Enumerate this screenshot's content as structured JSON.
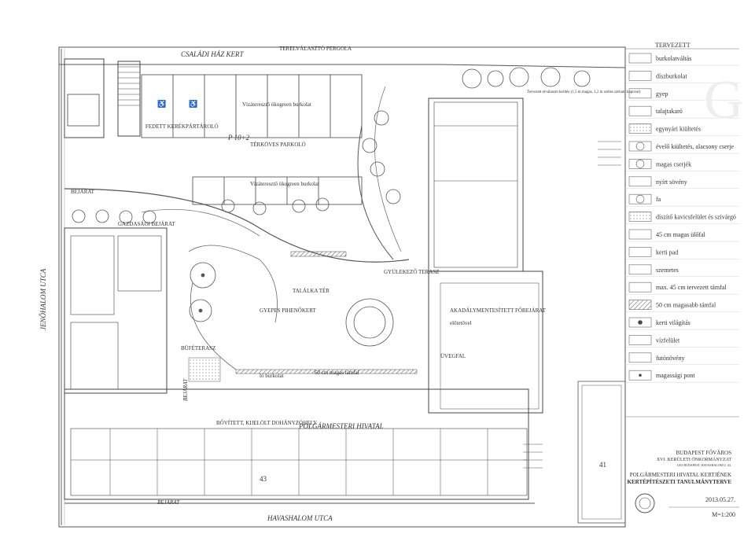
{
  "plan": {
    "streets": {
      "top": "CSALÁDI HÁZ KERT",
      "left": "JENŐHALOM UTCA",
      "bottom": "HAVASHALOM UTCA"
    },
    "labels": {
      "pergola": "TERELVÁLASZTÓ PERGOLA",
      "covered_bike": "FEDETT KERÉKPÁRTÁROLÓ",
      "parking_count": "P 10+2",
      "parking": "TÉRKÖVES PARKOLÓ",
      "eco_paving_1": "Vízáteresztő ökogreen burkolat",
      "eco_paving_2": "Vízáteresztő ökogreen burkolat",
      "entrance_left": "BEJÁRAT",
      "service_entrance": "GAZDASÁGI BEJÁRAT",
      "gathering": "GYÜLEKEZŐ TERASZ",
      "meeting_square": "TALÁLKA TÉR",
      "lawn": "GYEPES PIHENŐKERT",
      "accessible_entrance": "AKADÁLYMENTESÍTETT FŐBEJÁRAT",
      "canopy": "előtetővel",
      "glass_hall": "ÜVEGFAL",
      "buffet": "BÜFÉTERASZ",
      "entrance_side": "BEJÁRAT",
      "extension": "BŐVÍTETT, KIJELÖLT DOHÁNYZÓHELY",
      "mayor_office": "POLGÁRMESTERI HIVATAL",
      "entrance_bottom": "BEJÁRAT",
      "house_no": "43",
      "neighbor_no": "41",
      "hard_paving": "ló burkolat",
      "wall_note": "60 cm magas támfal",
      "planned_fence": "Tervezett elválasztó kerítés (1,5 m magas, 1,2 m széles zárható kapuval)"
    }
  },
  "legend": {
    "title": "TERVEZETT",
    "items": [
      {
        "label": "burkolatváltás",
        "icon": "line-icon"
      },
      {
        "label": "díszburkolat",
        "icon": "box-icon"
      },
      {
        "label": "gyep",
        "icon": "box-icon"
      },
      {
        "label": "talajtakaró",
        "icon": "box-icon"
      },
      {
        "label": "egynyári kiültetés",
        "icon": "dots-icon"
      },
      {
        "label": "évelő kiültetés, alacsony cserje",
        "icon": "shrub-icon"
      },
      {
        "label": "magas cserjék",
        "icon": "shrub-icon"
      },
      {
        "label": "nyírt sövény",
        "icon": "box-icon"
      },
      {
        "label": "fa",
        "icon": "tree-icon"
      },
      {
        "label": "díszítő kavicsfelület és szivárgó",
        "icon": "gravel-icon"
      },
      {
        "label": "45 cm magas ülőfal",
        "icon": "wall-icon"
      },
      {
        "label": "kerti pad",
        "icon": "bench-icon"
      },
      {
        "label": "szemetes",
        "icon": "bin-icon"
      },
      {
        "label": "max. 45 cm tervezett támfal",
        "icon": "line-icon"
      },
      {
        "label": "50 cm magasabb támfal",
        "icon": "hatch-icon"
      },
      {
        "label": "kerti világítás",
        "icon": "light-icon"
      },
      {
        "label": "vízfelület",
        "icon": "water-icon"
      },
      {
        "label": "futónövény",
        "icon": "vine-icon"
      },
      {
        "label": "magassági pont",
        "icon": "point-icon"
      }
    ]
  },
  "titleblock": {
    "city": "BUDAPEST FŐVÁROS",
    "authority": "XVI. KERÜLETI ÖNKORMÁNYZAT",
    "address": "1163 BUDAPEST, HAVASHALOM U. 43.",
    "project": "POLGÁRMESTERI HIVATAL KERTJÉNEK",
    "doc_type": "KERTÉPÍTÉSZETI TANULMÁNYTERVE",
    "date": "2013.05.27.",
    "scale": "M=1:200"
  }
}
